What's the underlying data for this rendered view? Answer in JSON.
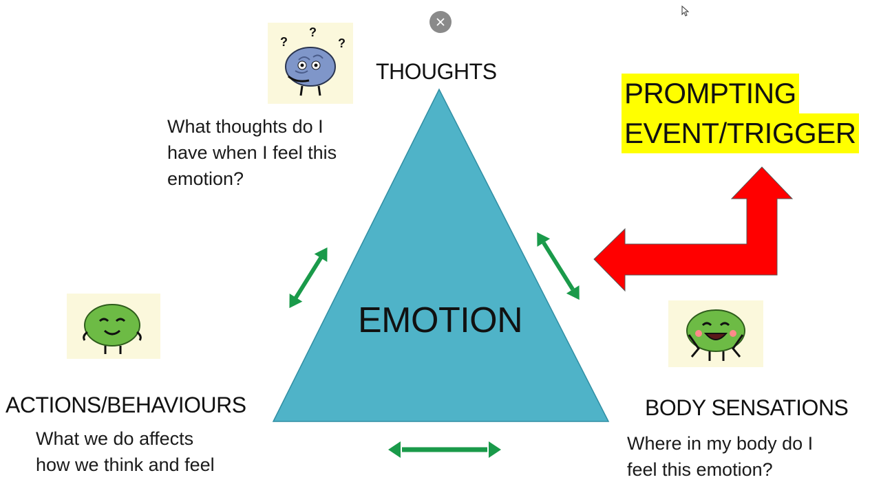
{
  "close_button": {
    "icon": "close-icon"
  },
  "center": {
    "label": "EMOTION",
    "triangle_color": "#4fb3c8"
  },
  "thoughts": {
    "title": "THOUGHTS",
    "question": "What thoughts do I\nhave when I feel this\nemotion?"
  },
  "actions": {
    "title": "ACTIONS/BEHAVIOURS",
    "description": "What we do affects\nhow we think and feel"
  },
  "body": {
    "title": "BODY SENSATIONS",
    "question": "Where in my body do I\nfeel this emotion?"
  },
  "trigger": {
    "line1": "PROMPTING",
    "line2": "EVENT/TRIGGER",
    "highlight_color": "#ffff00",
    "arrow_color": "#ff0000"
  },
  "connector_color": "#1a9a4a",
  "brains": {
    "thinking": {
      "icon": "thinking-brain-icon",
      "marks": [
        "?",
        "?",
        "?"
      ],
      "color": "#7f96c9"
    },
    "calm": {
      "icon": "calm-brain-icon",
      "color": "#6dbb45"
    },
    "happy": {
      "icon": "happy-brain-icon",
      "color": "#6dbb45"
    }
  }
}
